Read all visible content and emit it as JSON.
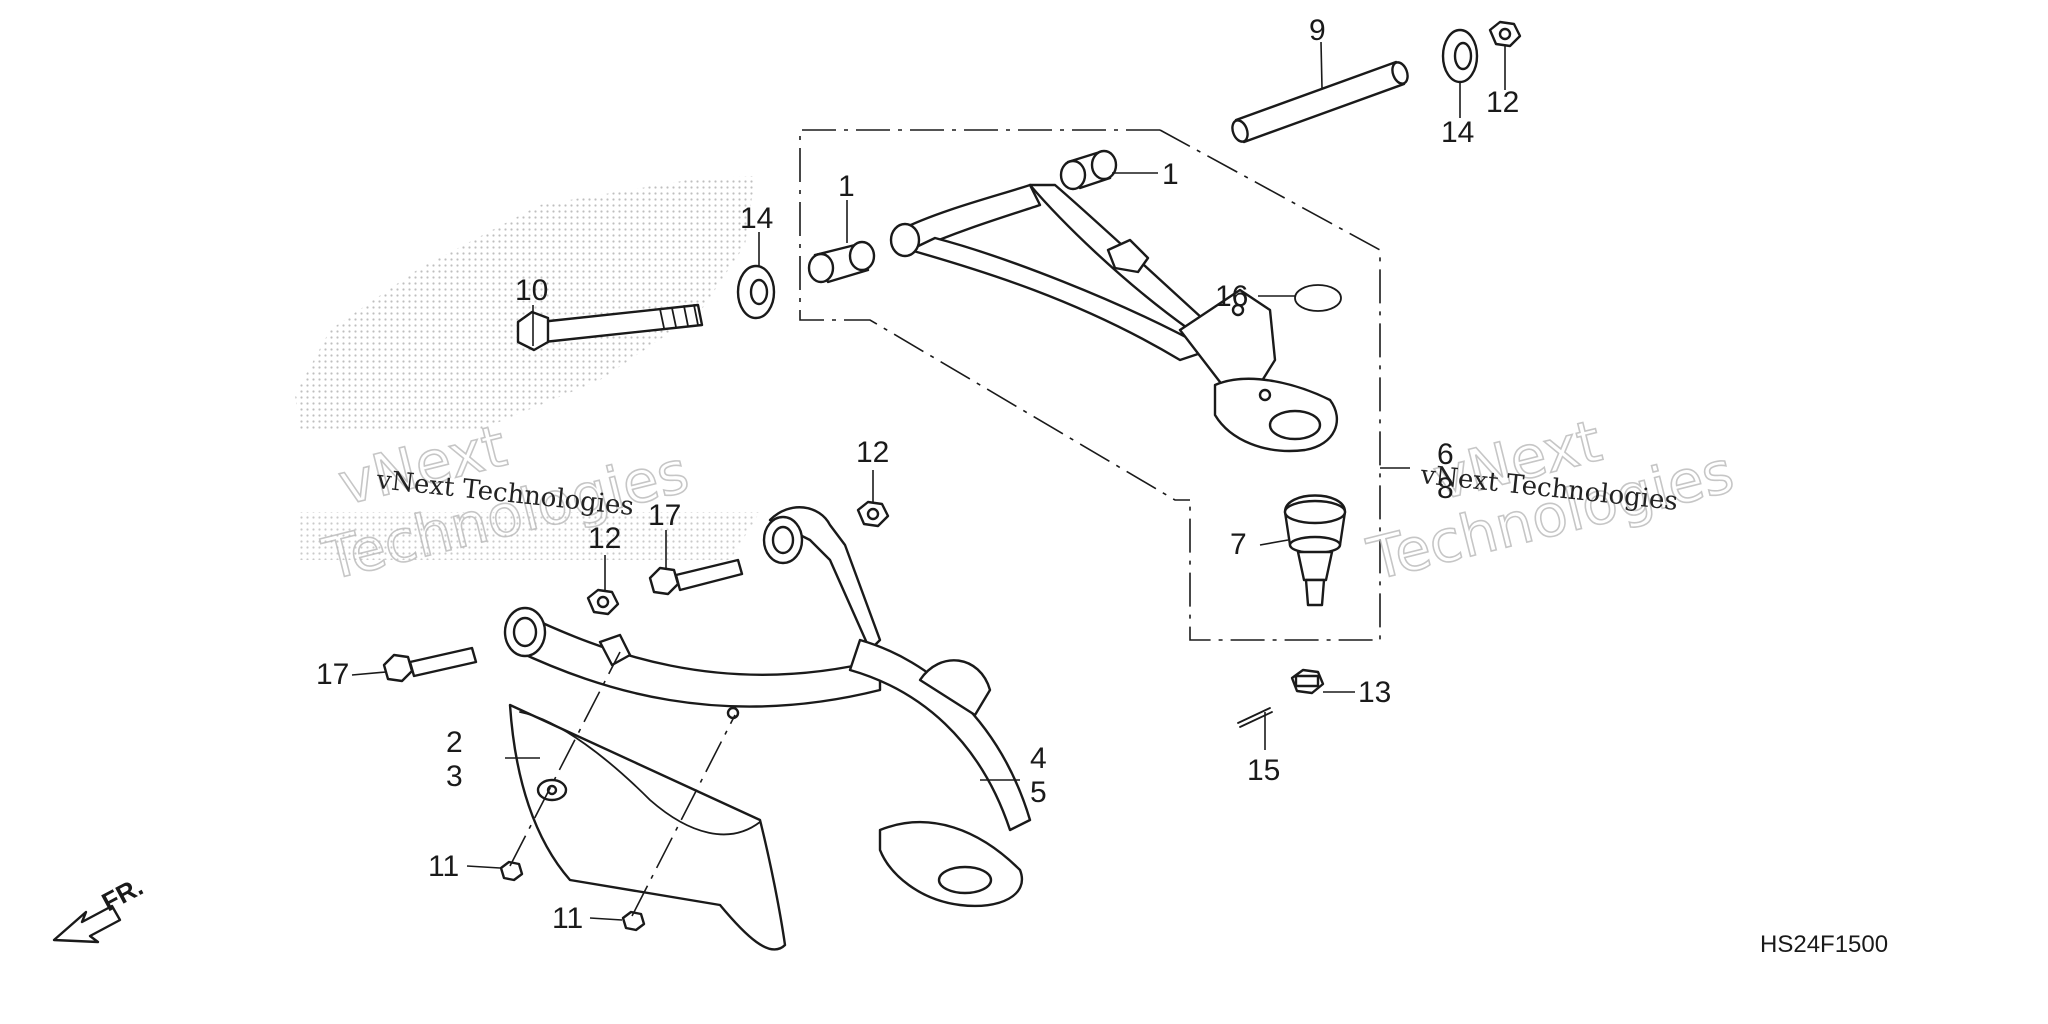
{
  "diagram": {
    "callouts": {
      "c1a": "1",
      "c1b": "1",
      "c2": "2",
      "c3": "3",
      "c4": "4",
      "c5": "5",
      "c6": "6",
      "c7": "7",
      "c8": "8",
      "c9": "9",
      "c10": "10",
      "c11a": "11",
      "c11b": "11",
      "c12a": "12",
      "c12b": "12",
      "c12c": "12",
      "c13": "13",
      "c14a": "14",
      "c14b": "14",
      "c15": "15",
      "c16": "16",
      "c17a": "17",
      "c17b": "17"
    },
    "direction_label": "FR.",
    "diagram_code": "HS24F1500",
    "watermark": {
      "text_small": "vNext Technologies",
      "text_big_line1": "vNext",
      "text_big_line2": "Technologies"
    }
  }
}
